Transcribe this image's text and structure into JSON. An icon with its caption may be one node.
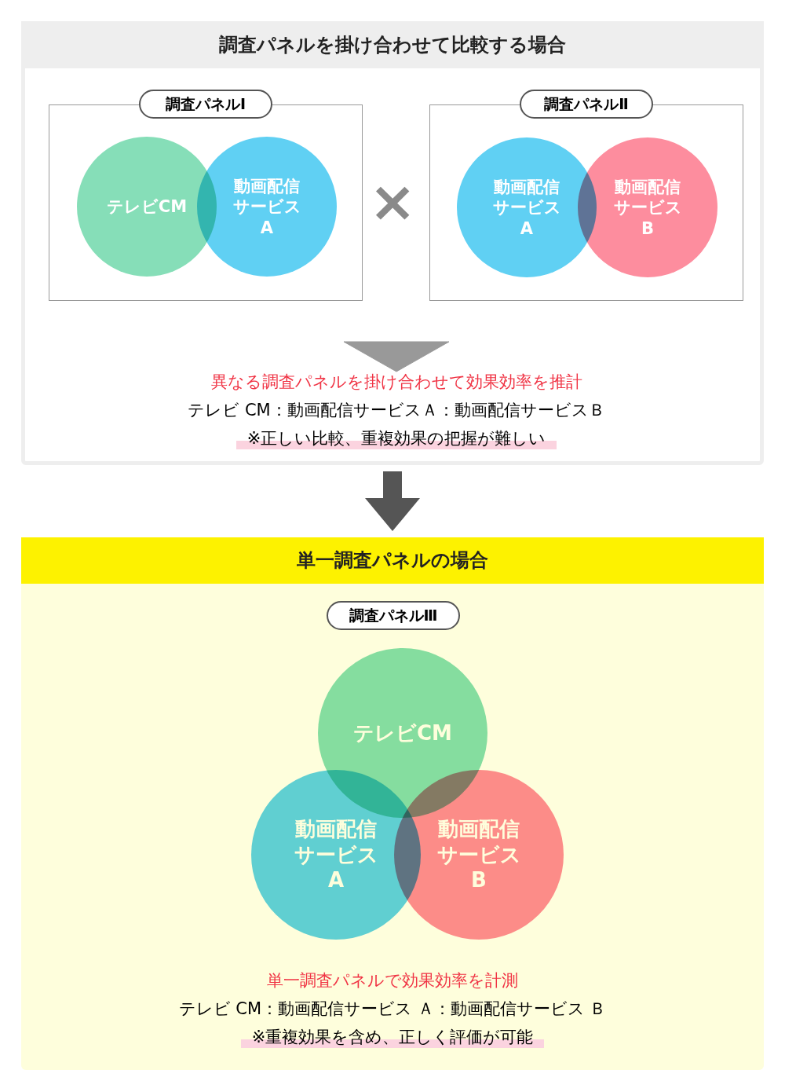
{
  "diagram": {
    "nodes": [
      {
        "text": [
          "調査パネルを掛け合わせて比較する場合"
        ]
      },
      {
        "text": [],
        "shape": "box",
        "in": 0
      },
      {
        "text": [
          "調査パネルⅠ"
        ],
        "in": 0
      },
      {
        "text": [
          "テレビCM"
        ],
        "in": 1
      },
      {
        "text": [
          "動画配信サービスA"
        ],
        "in": 1
      },
      {
        "text": [],
        "shape": "box",
        "in": 0
      },
      {
        "text": [
          "調査パネルⅡ"
        ],
        "in": 0
      },
      {
        "text": [
          "動画配信サービスA"
        ],
        "in": 5
      },
      {
        "text": [
          "動画配信サービスB"
        ],
        "in": 5
      },
      {
        "text": [
          "異なる調査パネルを掛け合わせて効果効率を推計",
          "テレビ CM：動画配信サービスＡ：動画配信サービスＢ",
          "※正しい比較、重複効果の把握が難しい"
        ],
        "in": 0
      },
      {
        "text": [
          "単一調査パネルの場合"
        ]
      },
      {
        "text": [
          "調査パネルⅢ"
        ],
        "in": 10
      },
      {
        "text": [
          "テレビCM"
        ],
        "in": 10
      },
      {
        "text": [
          "動画配信サービスA"
        ],
        "in": 10
      },
      {
        "text": [
          "動画配信サービスB"
        ],
        "in": 10
      },
      {
        "text": [
          "単一調査パネルで効果効率を計測",
          "テレビ CM：動画配信サービス Ａ：動画配信サービス Ｂ",
          "※重複効果を含め、正しく評価が可能"
        ],
        "in": 10
      }
    ],
    "edges": [
      {
        "from": null,
        "to": 9,
        "arrow": "to"
      },
      {
        "from": 0,
        "to": 10,
        "arrow": "to",
        "style": "thick"
      }
    ],
    "labels": [
      "×"
    ]
  }
}
